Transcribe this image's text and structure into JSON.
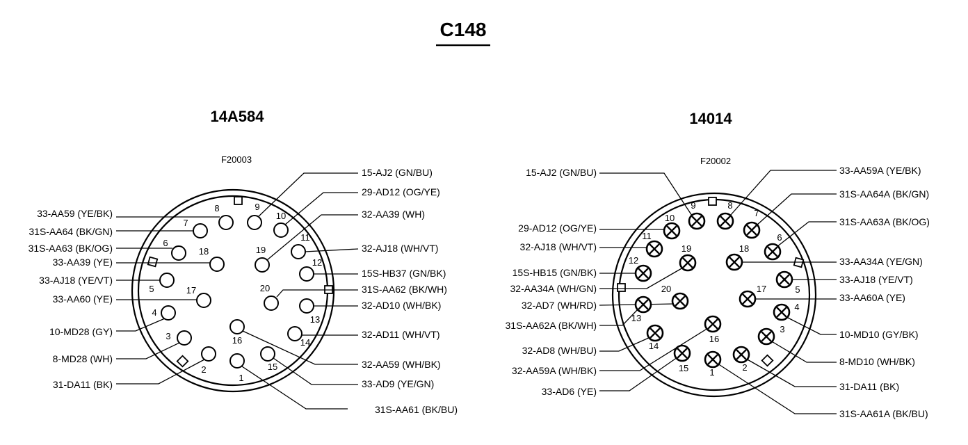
{
  "title": "C148",
  "connectors": [
    {
      "name": "14A584",
      "part": "F20003",
      "pin_style": "open",
      "pins": [
        {
          "n": "1",
          "wire": "31S-AA61 (BK/BU)"
        },
        {
          "n": "2",
          "wire": "31-DA11 (BK)"
        },
        {
          "n": "3",
          "wire": "8-MD28 (WH)"
        },
        {
          "n": "4",
          "wire": "10-MD28 (GY)"
        },
        {
          "n": "5",
          "wire": "33-AJ18 (YE/VT)"
        },
        {
          "n": "6",
          "wire": "31S-AA63 (BK/OG)"
        },
        {
          "n": "7",
          "wire": "31S-AA64 (BK/GN)"
        },
        {
          "n": "8",
          "wire": "33-AA59 (YE/BK)"
        },
        {
          "n": "9",
          "wire": "15-AJ2 (GN/BU)"
        },
        {
          "n": "10",
          "wire": "29-AD12 (OG/YE)"
        },
        {
          "n": "11",
          "wire": "32-AJ18 (WH/VT)"
        },
        {
          "n": "12",
          "wire": "15S-HB37 (GN/BK)"
        },
        {
          "n": "13",
          "wire": "32-AD10 (WH/BK)"
        },
        {
          "n": "14",
          "wire": "32-AD11 (WH/VT)"
        },
        {
          "n": "15",
          "wire": "33-AD9 (YE/GN)"
        },
        {
          "n": "16",
          "wire": "32-AA59 (WH/BK)"
        },
        {
          "n": "17",
          "wire": "33-AA60 (YE)"
        },
        {
          "n": "18",
          "wire": "33-AA39 (YE)"
        },
        {
          "n": "19",
          "wire": "32-AA39 (WH)"
        },
        {
          "n": "20",
          "wire": "31S-AA62 (BK/WH)"
        }
      ]
    },
    {
      "name": "14014",
      "part": "F20002",
      "pin_style": "crossed",
      "pins": [
        {
          "n": "1",
          "wire": "31S-AA61A (BK/BU)"
        },
        {
          "n": "2",
          "wire": "31-DA11 (BK)"
        },
        {
          "n": "3",
          "wire": "8-MD10 (WH/BK)"
        },
        {
          "n": "4",
          "wire": "10-MD10 (GY/BK)"
        },
        {
          "n": "5",
          "wire": "33-AJ18 (YE/VT)"
        },
        {
          "n": "6",
          "wire": "31S-AA63A (BK/OG)"
        },
        {
          "n": "7",
          "wire": "31S-AA64A (BK/GN)"
        },
        {
          "n": "8",
          "wire": "33-AA59A (YE/BK)"
        },
        {
          "n": "9",
          "wire": "15-AJ2 (GN/BU)"
        },
        {
          "n": "10",
          "wire": "29-AD12 (OG/YE)"
        },
        {
          "n": "11",
          "wire": "32-AJ18 (WH/VT)"
        },
        {
          "n": "12",
          "wire": "15S-HB15 (GN/BK)"
        },
        {
          "n": "13",
          "wire": "31S-AA62A (BK/WH)"
        },
        {
          "n": "14",
          "wire": "32-AD8 (WH/BU)"
        },
        {
          "n": "15",
          "wire": "33-AD6 (YE)"
        },
        {
          "n": "16",
          "wire": "32-AA59A (WH/BK)"
        },
        {
          "n": "17",
          "wire": "33-AA60A (YE)"
        },
        {
          "n": "18",
          "wire": "33-AA34A (YE/GN)"
        },
        {
          "n": "19",
          "wire": "32-AA34A (WH/GN)"
        },
        {
          "n": "20",
          "wire": "32-AD7 (WH/RD)"
        }
      ]
    }
  ]
}
